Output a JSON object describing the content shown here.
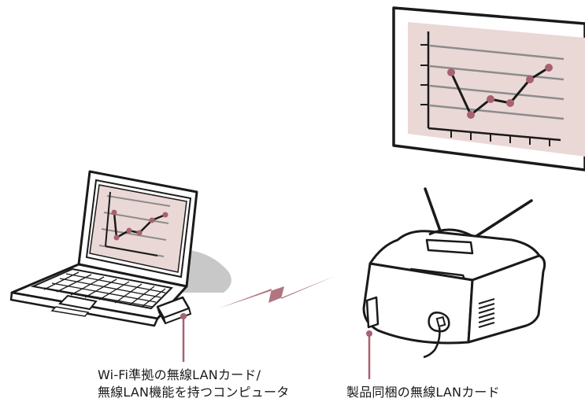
{
  "captions": {
    "computer_line1": "Wi-Fi準拠の無線LANカード/",
    "computer_line2": "無線LAN機能を持つコンピュータ",
    "projector": "製品同梱の無線LANカード"
  },
  "icons": {
    "laptop": "laptop-icon",
    "wlan_card": "wireless-lan-card-icon",
    "signal": "wireless-signal-icon",
    "projector": "projector-icon",
    "screen": "projection-screen-icon"
  },
  "colors": {
    "screen_fill": "#ead8d6",
    "accent": "#a86170",
    "signal": "#b07580",
    "shadow": "#c8c8c8",
    "line": "#1a1a1a"
  }
}
